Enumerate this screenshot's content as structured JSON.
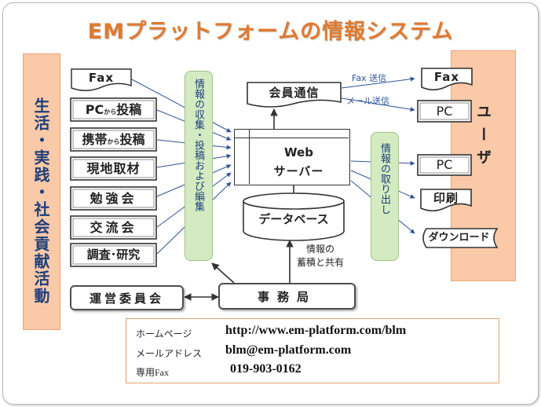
{
  "title": "EMプラットフォームの情報システム",
  "left_panel": {
    "label": "生活・実践・社会貢献活動"
  },
  "right_panel": {
    "label": "ユーザ"
  },
  "inputs": [
    {
      "label": "Fax"
    },
    {
      "label_pre": "PC",
      "label_small": "から",
      "label_post": "投稿"
    },
    {
      "label_pre": "携帯",
      "label_small": "から",
      "label_post": "投稿"
    },
    {
      "label": "現地取材"
    },
    {
      "label": "勉強会"
    },
    {
      "label": "交流会"
    },
    {
      "label": "調査･研究"
    }
  ],
  "collect_band": {
    "label": "情報の収集・投稿および編集"
  },
  "extract_band": {
    "label": "情報の取り出し"
  },
  "member_comm": {
    "label": "会員通信"
  },
  "web_server": {
    "line1": "Web",
    "line2": "サーバー"
  },
  "database": {
    "label": "データベース"
  },
  "accumulate": {
    "line1": "情報の",
    "line2": "蓄積と共有"
  },
  "office": {
    "label": "事務局"
  },
  "committee": {
    "label": "運営委員会"
  },
  "fax_send": "Fax 送信",
  "mail_send": "メール送信",
  "outputs": [
    {
      "label": "Fax"
    },
    {
      "label": "PC"
    },
    {
      "label": "PC"
    },
    {
      "label": "印刷"
    },
    {
      "label": "ダウンロード"
    }
  ],
  "contact": {
    "homepage_label": "ホームページ",
    "homepage_value": "http://www.em-platform.com/blm",
    "mail_label": "メールアドレス",
    "mail_value": "blm@em-platform.com",
    "fax_label": "専用Fax",
    "fax_value": "019-903-0162"
  },
  "colors": {
    "title": "#e07a2e",
    "panel": "#f9c9a8",
    "band": "#d4ebc2",
    "arrow": "#2f5597",
    "vertical_text": "#1d3f7a"
  }
}
